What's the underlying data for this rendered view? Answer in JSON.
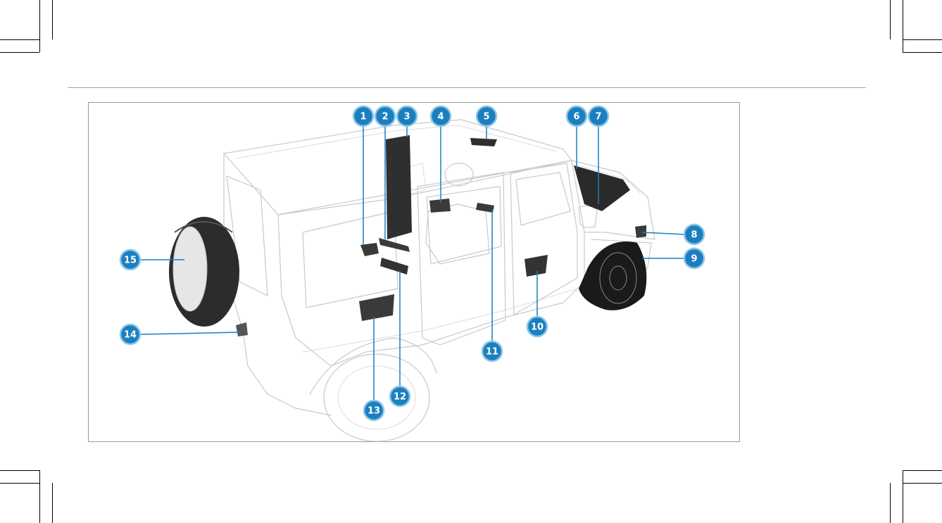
{
  "colors": {
    "accent": "#1a7fc0",
    "callout_fill": "#1b7fbf",
    "callout_ring": "#8fc7e8",
    "highlight_dark": "#3a3a3a",
    "outline": "#c9c9c9",
    "frame": "#9a9a9a",
    "rule": "#a0a0a0"
  },
  "figure": {
    "subject": "vehicle-overview",
    "callouts": [
      {
        "id": 1,
        "label": "1"
      },
      {
        "id": 2,
        "label": "2"
      },
      {
        "id": 3,
        "label": "3"
      },
      {
        "id": 4,
        "label": "4"
      },
      {
        "id": 5,
        "label": "5"
      },
      {
        "id": 6,
        "label": "6"
      },
      {
        "id": 7,
        "label": "7"
      },
      {
        "id": 8,
        "label": "8"
      },
      {
        "id": 9,
        "label": "9"
      },
      {
        "id": 10,
        "label": "10"
      },
      {
        "id": 11,
        "label": "11"
      },
      {
        "id": 12,
        "label": "12"
      },
      {
        "id": 13,
        "label": "13"
      },
      {
        "id": 14,
        "label": "14"
      },
      {
        "id": 15,
        "label": "15"
      }
    ]
  }
}
